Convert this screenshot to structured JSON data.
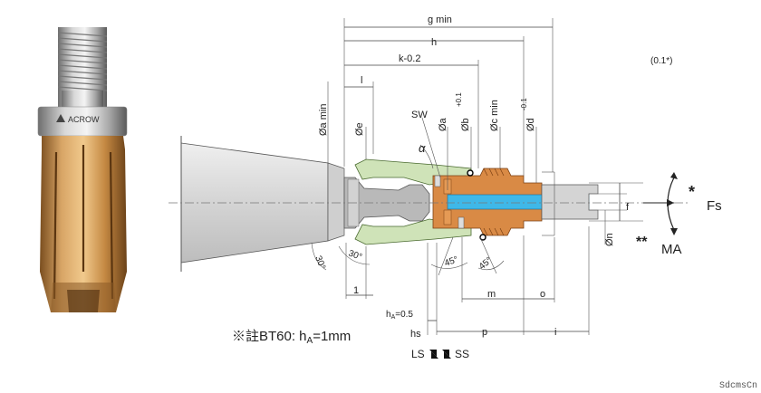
{
  "product": {
    "brand_text": "ACROW",
    "colors": {
      "brass": "#c9944f",
      "steel": "#c8c8c8",
      "green": "#cfe3b8",
      "blue": "#3fb8e8",
      "orange": "#d98a45",
      "taper": "#d9d9d9"
    }
  },
  "dimensions": {
    "g_min": "g min",
    "h": "h",
    "k": "k-0.2",
    "l": "l",
    "phi_a_min": "Øa min",
    "phi_e": "Øe",
    "sw": "SW",
    "phi_a": "Øa",
    "phi_b": "Øb",
    "phi_b_tol": "+0.1",
    "phi_c_min": "Øc min",
    "phi_d": "Ød",
    "phi_d_tol": "-0.1",
    "alpha": "α",
    "angle_30_left": "30°",
    "angle_30_right": "30°",
    "angle_45_left": "45°",
    "angle_45_right": "45°",
    "dim_1": "1",
    "m": "m",
    "o": "o",
    "f": "f",
    "phi_n": "Øn",
    "hs": "hs",
    "p": "p",
    "i": "i",
    "ha_text": "hA=0.5",
    "ha_main": "h",
    "ha_sub": "A",
    "ha_val": "=0.5"
  },
  "notes": {
    "top_right": "(0.1*)",
    "force_star": "*",
    "force_label": "Fs",
    "moment_star": "**",
    "moment_label": "MA",
    "bt60_prefix": "※註BT60: h",
    "bt60_sub": "A",
    "bt60_suffix": "=1mm",
    "ls_ss": "LS",
    "ss": "SS",
    "watermark": "SdcmsCn"
  }
}
